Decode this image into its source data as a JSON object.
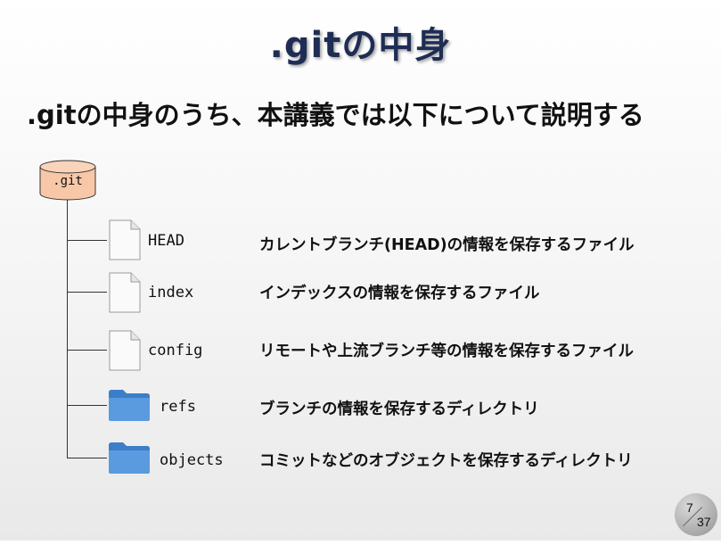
{
  "slide": {
    "title": ".gitの中身",
    "subtitle": ".gitの中身のうち、本講義では以下について説明する"
  },
  "tree": {
    "root": {
      "label": ".git",
      "fill_color": "#f7c7a8",
      "icon": "database-cylinder-icon"
    },
    "items": [
      {
        "name": "HEAD",
        "type": "file",
        "icon": "file-icon",
        "description": "カレントブランチ(HEAD)の情報を保存するファイル"
      },
      {
        "name": "index",
        "type": "file",
        "icon": "file-icon",
        "description": "インデックスの情報を保存するファイル"
      },
      {
        "name": "config",
        "type": "file",
        "icon": "file-icon",
        "description": "リモートや上流ブランチ等の情報を保存するファイル"
      },
      {
        "name": "refs",
        "type": "folder",
        "icon": "folder-icon",
        "description": "ブランチの情報を保存するディレクトリ"
      },
      {
        "name": "objects",
        "type": "folder",
        "icon": "folder-icon",
        "description": "コミットなどのオブジェクトを保存するディレクトリ"
      }
    ]
  },
  "page": {
    "current": "7",
    "total": "37"
  },
  "colors": {
    "title": "#1f2d55",
    "folder": "#4a90d9",
    "db_fill": "#f7c7a8"
  }
}
